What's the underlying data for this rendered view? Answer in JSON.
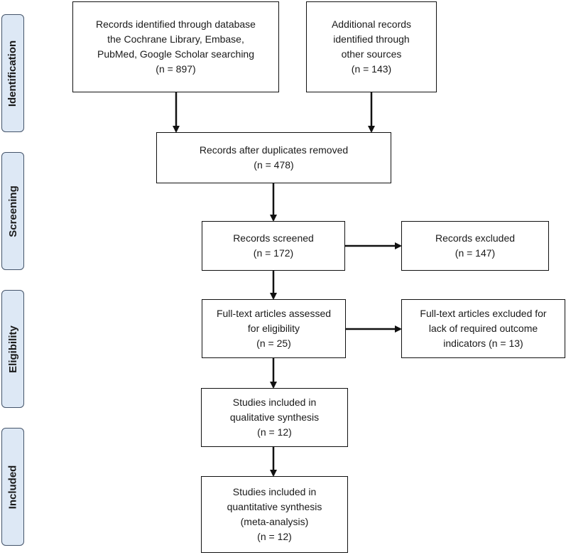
{
  "stages": [
    {
      "id": "identification",
      "label": "Identification"
    },
    {
      "id": "screening",
      "label": "Screening"
    },
    {
      "id": "eligibility",
      "label": "Eligibility"
    },
    {
      "id": "included",
      "label": "Included"
    }
  ],
  "boxes": {
    "database": {
      "lines": [
        "Records identified through database",
        "the Cochrane Library, Embase,",
        "PubMed, Google Scholar searching",
        "(n = 897)"
      ]
    },
    "additional": {
      "lines": [
        "Additional records",
        "identified through",
        "other sources",
        "(n = 143)"
      ]
    },
    "duplicates": {
      "lines": [
        "Records after duplicates removed",
        "(n = 478)"
      ]
    },
    "screened": {
      "lines": [
        "Records screened",
        "(n = 172)"
      ]
    },
    "excluded": {
      "lines": [
        "Records excluded",
        "(n = 147)"
      ]
    },
    "fulltext": {
      "lines": [
        "Full-text articles assessed",
        "for eligibility",
        "(n = 25)"
      ]
    },
    "fulltext_excluded": {
      "lines": [
        "Full-text articles excluded for",
        "lack of required outcome",
        "indicators (n = 13)"
      ]
    },
    "qualitative": {
      "lines": [
        "Studies included in",
        "qualitative synthesis",
        "(n = 12)"
      ]
    },
    "quantitative": {
      "lines": [
        "Studies included in",
        "quantitative synthesis",
        "(meta-analysis)",
        "(n = 12)"
      ]
    }
  }
}
